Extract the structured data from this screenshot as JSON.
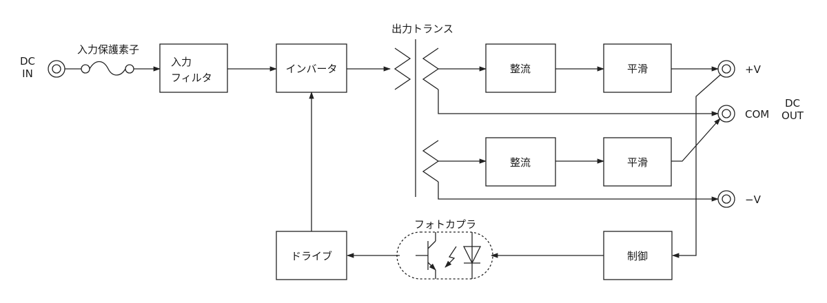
{
  "labels": {
    "dc_in_1": "DC",
    "dc_in_2": "IN",
    "fuse": "入力保護素子",
    "transformer": "出力トランス",
    "photocoupler": "フォトカプラ",
    "plus_v": "+V",
    "com": "COM",
    "minus_v": "−V",
    "dc_out_1": "DC",
    "dc_out_2": "OUT"
  },
  "blocks": {
    "input_filter_1": "入力",
    "input_filter_2": "フィルタ",
    "inverter": "インバータ",
    "rectifier_top": "整流",
    "smoothing_top": "平滑",
    "rectifier_bottom": "整流",
    "smoothing_bottom": "平滑",
    "drive": "ドライブ",
    "control": "制御"
  }
}
